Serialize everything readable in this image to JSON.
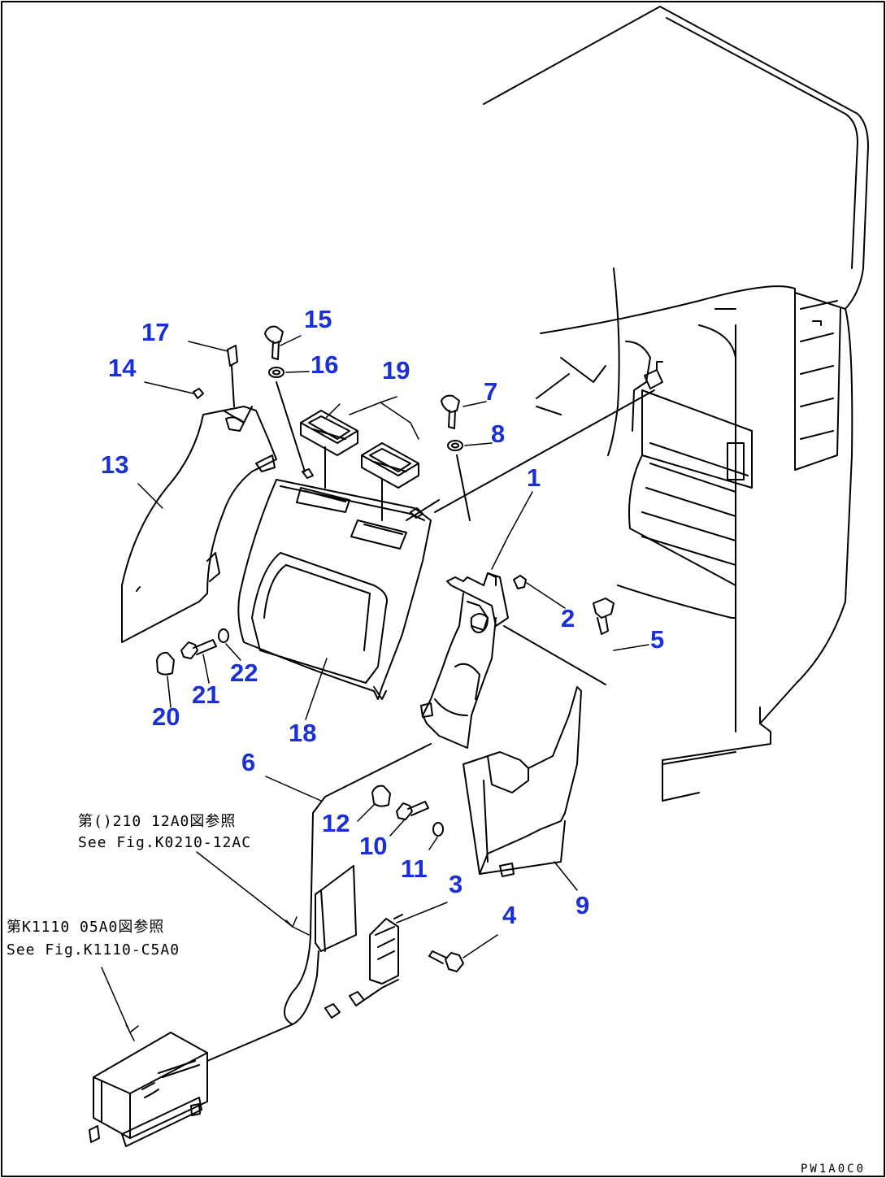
{
  "callouts": {
    "c1": "1",
    "c2": "2",
    "c3": "3",
    "c4": "4",
    "c5": "5",
    "c6": "6",
    "c7": "7",
    "c8": "8",
    "c9": "9",
    "c10": "10",
    "c11": "11",
    "c12": "12",
    "c13": "13",
    "c14": "14",
    "c15": "15",
    "c16": "16",
    "c17": "17",
    "c18": "18",
    "c19": "19",
    "c20": "20",
    "c21": "21",
    "c22": "22"
  },
  "references": {
    "ref_a_jp": "第()210 12A0図参照",
    "ref_a_en": "See Fig.K0210-12AC",
    "ref_b_jp": "第K1110 05A0図参照",
    "ref_b_en": "See Fig.K1110-C5A0"
  },
  "drawing_code": "PW1A0C0"
}
